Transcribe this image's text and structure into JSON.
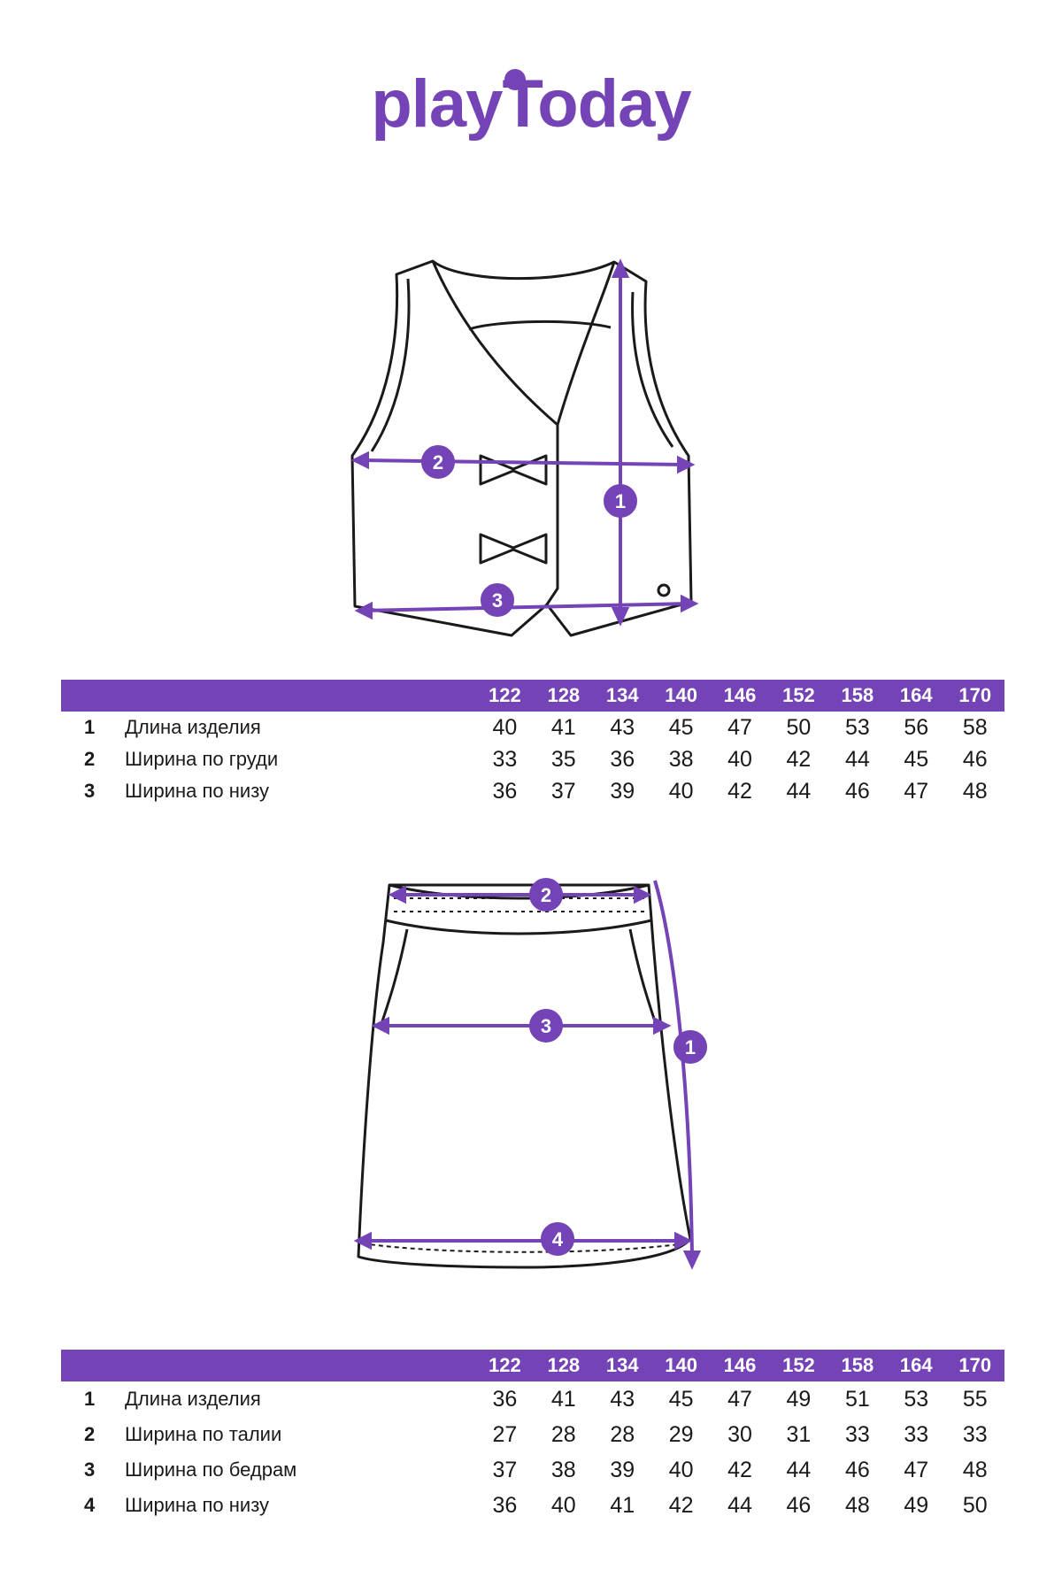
{
  "brand": {
    "logo_text": "playToday",
    "color": "#7443b5"
  },
  "vest": {
    "markers": [
      "1",
      "2",
      "3"
    ],
    "table": {
      "sizes": [
        "122",
        "128",
        "134",
        "140",
        "146",
        "152",
        "158",
        "164",
        "170"
      ],
      "rows": [
        {
          "num": "1",
          "name": "Длина изделия",
          "values": [
            "40",
            "41",
            "43",
            "45",
            "47",
            "50",
            "53",
            "56",
            "58"
          ]
        },
        {
          "num": "2",
          "name": "Ширина по груди",
          "values": [
            "33",
            "35",
            "36",
            "38",
            "40",
            "42",
            "44",
            "45",
            "46"
          ]
        },
        {
          "num": "3",
          "name": "Ширина по низу",
          "values": [
            "36",
            "37",
            "39",
            "40",
            "42",
            "44",
            "46",
            "47",
            "48"
          ]
        }
      ]
    }
  },
  "skirt": {
    "markers": [
      "1",
      "2",
      "3",
      "4"
    ],
    "table": {
      "sizes": [
        "122",
        "128",
        "134",
        "140",
        "146",
        "152",
        "158",
        "164",
        "170"
      ],
      "rows": [
        {
          "num": "1",
          "name": "Длина изделия",
          "values": [
            "36",
            "41",
            "43",
            "45",
            "47",
            "49",
            "51",
            "53",
            "55"
          ]
        },
        {
          "num": "2",
          "name": "Ширина по талии",
          "values": [
            "27",
            "28",
            "28",
            "29",
            "30",
            "31",
            "33",
            "33",
            "33"
          ]
        },
        {
          "num": "3",
          "name": "Ширина по бедрам",
          "values": [
            "37",
            "38",
            "39",
            "40",
            "42",
            "44",
            "46",
            "47",
            "48"
          ]
        },
        {
          "num": "4",
          "name": "Ширина по низу",
          "values": [
            "36",
            "40",
            "41",
            "42",
            "44",
            "46",
            "48",
            "49",
            "50"
          ]
        }
      ]
    }
  }
}
